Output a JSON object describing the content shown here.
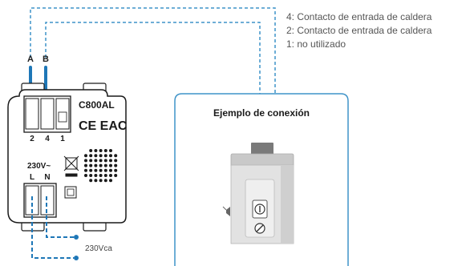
{
  "legend": [
    "4: Contacto de entrada de caldera",
    "2: Contacto de entrada de caldera",
    "1: no utilizado"
  ],
  "terminals_top": {
    "a": "A",
    "b": "B"
  },
  "device": {
    "model": "C800AL",
    "cert": "CE EAC",
    "terminal_numbers": [
      "2",
      "4",
      "1"
    ],
    "voltage": "230V~",
    "power_terminals": [
      "L",
      "N"
    ]
  },
  "example_box": {
    "title": "Ejemplo de conexión"
  },
  "power_label": "230Vca",
  "colors": {
    "wire_blue": "#3f93c8",
    "wire_dark_blue": "#1e77b7",
    "box_border": "#3f93c8",
    "device_outline": "#1a1a1a"
  }
}
